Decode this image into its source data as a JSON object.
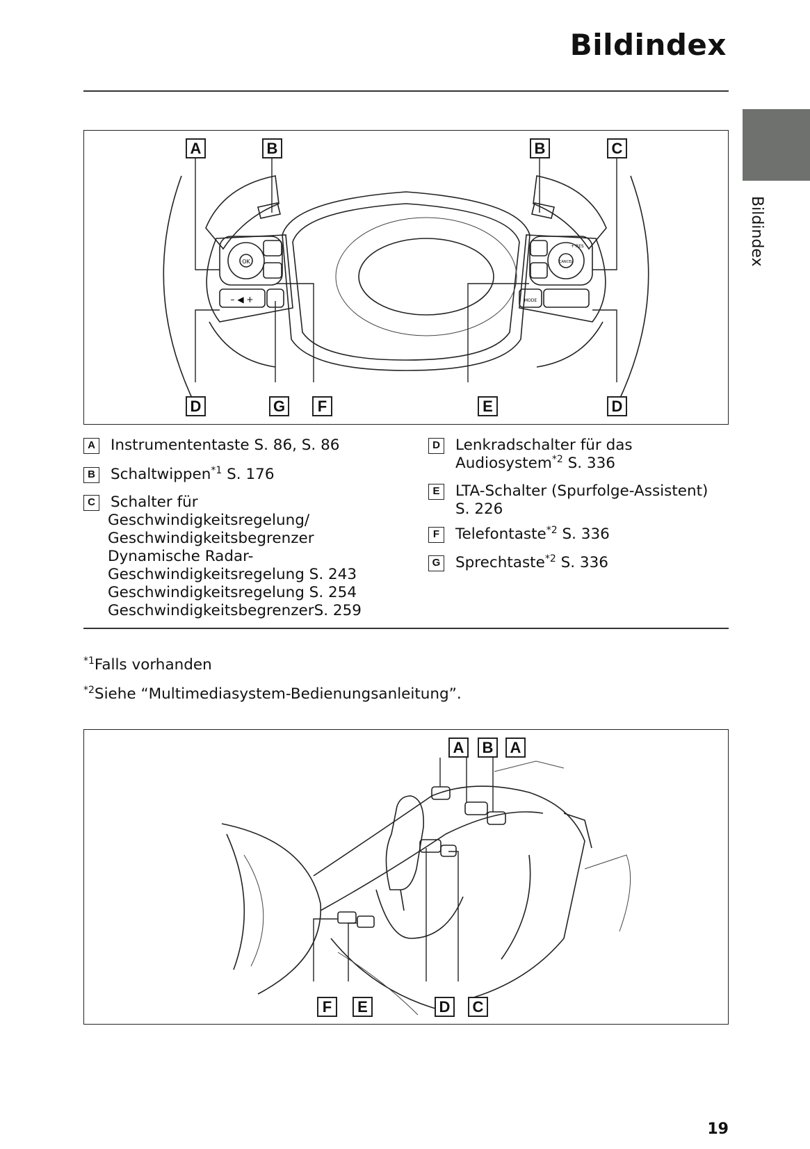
{
  "header": {
    "title": "Bildindex"
  },
  "side_tab": {
    "label": "Bildindex"
  },
  "figure1": {
    "callouts": [
      "A",
      "B",
      "B",
      "C",
      "D",
      "G",
      "F",
      "E",
      "D"
    ],
    "button_labels": {
      "ok": "OK",
      "res": "+ RES",
      "mode": "MODE",
      "cancel": "CANCEL",
      "vol": "– ◀ +"
    }
  },
  "legend": {
    "left": [
      {
        "key": "A",
        "lines": [
          "Instrumententaste S. 86, S. 86"
        ]
      },
      {
        "key": "B",
        "text": "Schaltwippen",
        "sup": "*1",
        "suffix": " S. 176"
      },
      {
        "key": "C",
        "lines": [
          "Schalter für",
          "Geschwindigkeitsregelung/",
          "Geschwindigkeitsbegrenzer",
          "Dynamische Radar-",
          "Geschwindigkeitsregelung S. 243",
          "Geschwindigkeitsregelung S. 254",
          "GeschwindigkeitsbegrenzerS. 259"
        ]
      }
    ],
    "right": [
      {
        "key": "D",
        "line1": "Lenkradschalter für das",
        "text": "Audiosystem",
        "sup": "*2",
        "suffix": " S. 336"
      },
      {
        "key": "E",
        "lines": [
          "LTA-Schalter (Spurfolge-Assistent)",
          "S. 226"
        ]
      },
      {
        "key": "F",
        "text": "Telefontaste",
        "sup": "*2",
        "suffix": " S. 336"
      },
      {
        "key": "G",
        "text": "Sprechtaste",
        "sup": "*2",
        "suffix": " S. 336"
      }
    ]
  },
  "footnotes": [
    {
      "mark": "*1",
      "text": "Falls vorhanden"
    },
    {
      "mark": "*2",
      "text": "Siehe “Multimediasystem-Bedienungsanleitung”."
    }
  ],
  "figure2": {
    "callouts_top": [
      "A",
      "B",
      "A"
    ],
    "callouts_bottom": [
      "F",
      "E",
      "D",
      "C"
    ]
  },
  "page_number": "19"
}
